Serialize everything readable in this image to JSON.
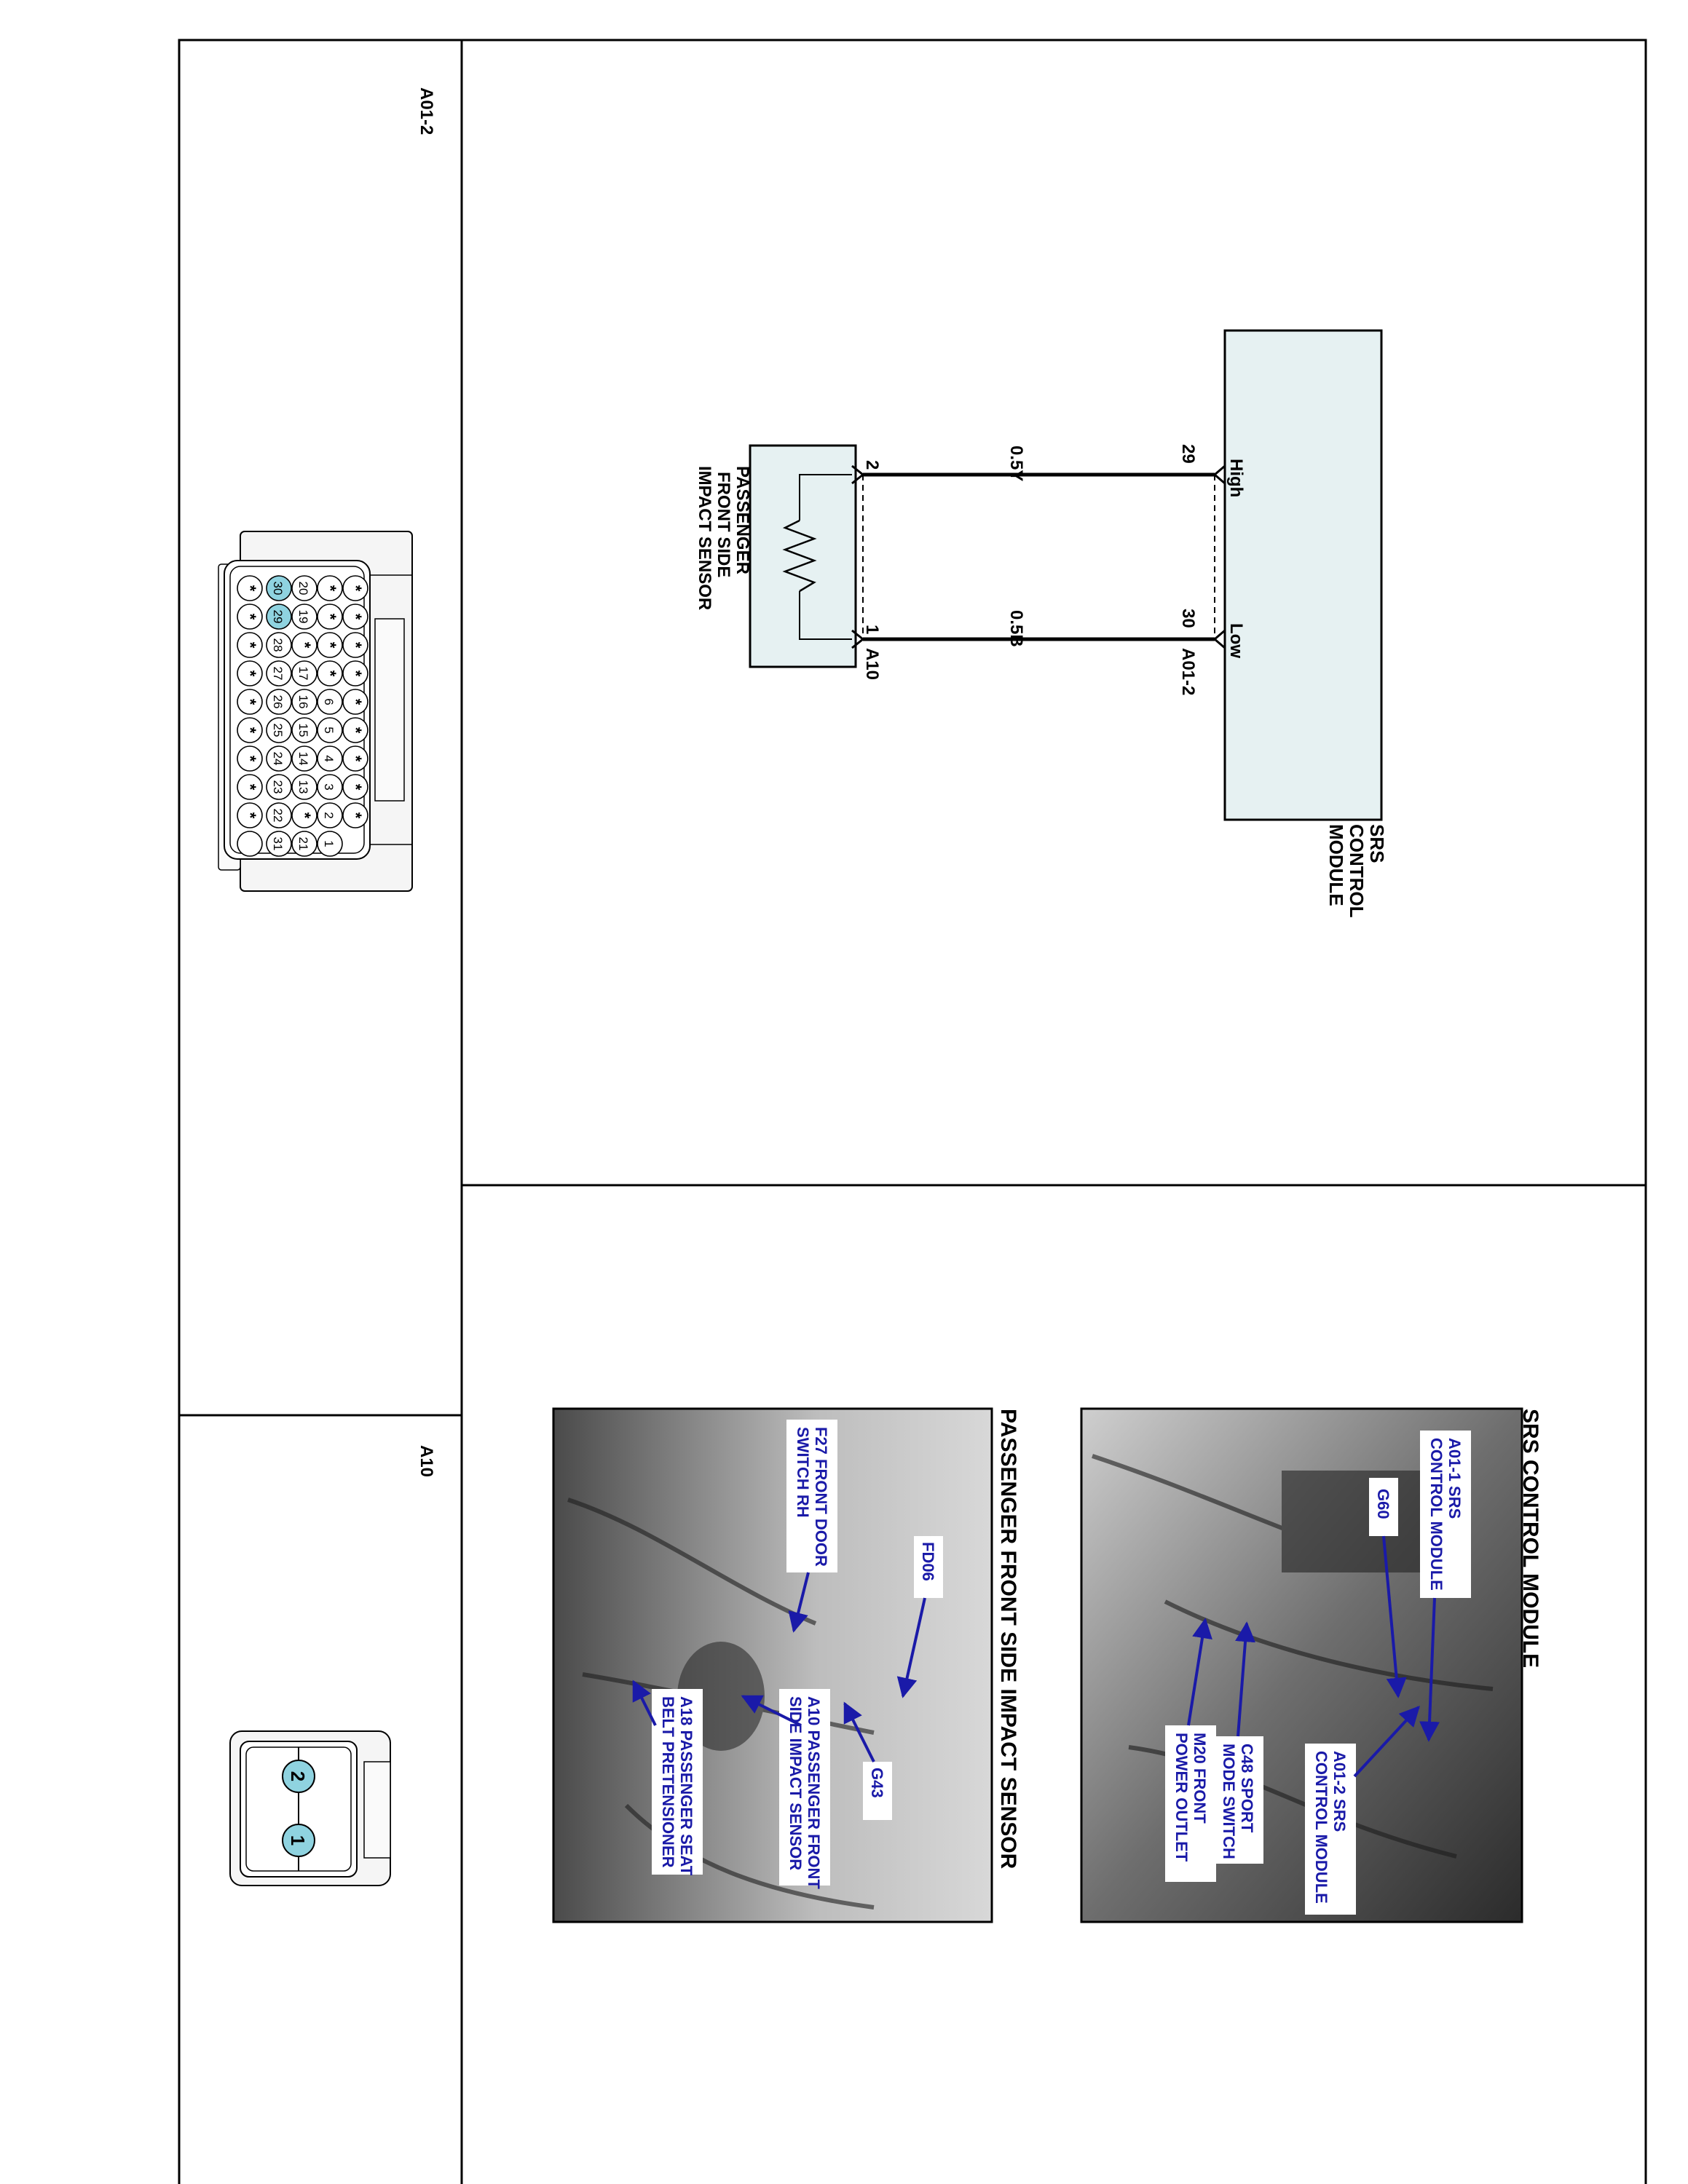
{
  "connectors": {
    "a01_2": {
      "title": "A01-2"
    },
    "a10": {
      "title": "A10"
    }
  },
  "schematic": {
    "srs_module": {
      "label_lines": [
        "SRS",
        "CONTROL",
        "MODULE"
      ],
      "connector": "A01-2",
      "fill": "#e6f1f2"
    },
    "sensor": {
      "label_lines": [
        "PASSENGER",
        "FRONT SIDE",
        "IMPACT SENSOR"
      ],
      "connector": "A10",
      "fill": "#e6f1f2"
    },
    "pins": {
      "high": "High",
      "low": "Low",
      "srs_high_pin": "29",
      "srs_low_pin": "30",
      "sensor_high_pin": "2",
      "sensor_low_pin": "1"
    },
    "wires": [
      {
        "label": "0.5Y"
      },
      {
        "label": "0.5B"
      }
    ]
  },
  "connector_a01_2": {
    "rows": [
      [
        "*",
        "*",
        "*",
        "*",
        "*",
        "*",
        "*",
        "*",
        "*"
      ],
      [
        "30",
        "29",
        "28",
        "27",
        "26",
        "25",
        "24",
        "23",
        "22"
      ],
      [
        "20",
        "19",
        "*",
        "17",
        "16",
        "15",
        "14",
        "13",
        "*"
      ],
      [
        "*",
        "*",
        "*",
        "*",
        "6",
        "5",
        "4",
        "3",
        "2"
      ],
      [
        "*",
        "*",
        "*",
        "*",
        "*",
        "*",
        "*",
        "*",
        "*"
      ]
    ],
    "extra_pins": [
      "31",
      "21",
      "1"
    ],
    "highlight_color": "#8fd3e0"
  },
  "connector_a10": {
    "pins": [
      "2",
      "1"
    ],
    "highlight_color": "#8fd3e0"
  },
  "photos": {
    "srs": {
      "title": "SRS CONTROL MODULE",
      "callouts": {
        "a01_1": [
          "A01-1 SRS",
          "CONTROL MODULE"
        ],
        "g60": [
          "G60"
        ],
        "a01_2": [
          "A01-2 SRS",
          "CONTROL MODULE"
        ],
        "c48": [
          "C48 SPORT",
          "MODE SWITCH"
        ],
        "m20": [
          "M20 FRONT",
          "POWER OUTLET"
        ]
      }
    },
    "sensor": {
      "title": "PASSENGER FRONT SIDE IMPACT SENSOR",
      "callouts": {
        "fd06": [
          "FD06"
        ],
        "f27": [
          "F27 FRONT DOOR",
          "SWITCH RH"
        ],
        "g43": [
          "G43"
        ],
        "a10": [
          "A10 PASSENGER FRONT",
          "SIDE IMPACT SENSOR"
        ],
        "a18": [
          "A18 PASSENGER SEAT",
          "BELT PRETENSIONER"
        ]
      }
    }
  }
}
